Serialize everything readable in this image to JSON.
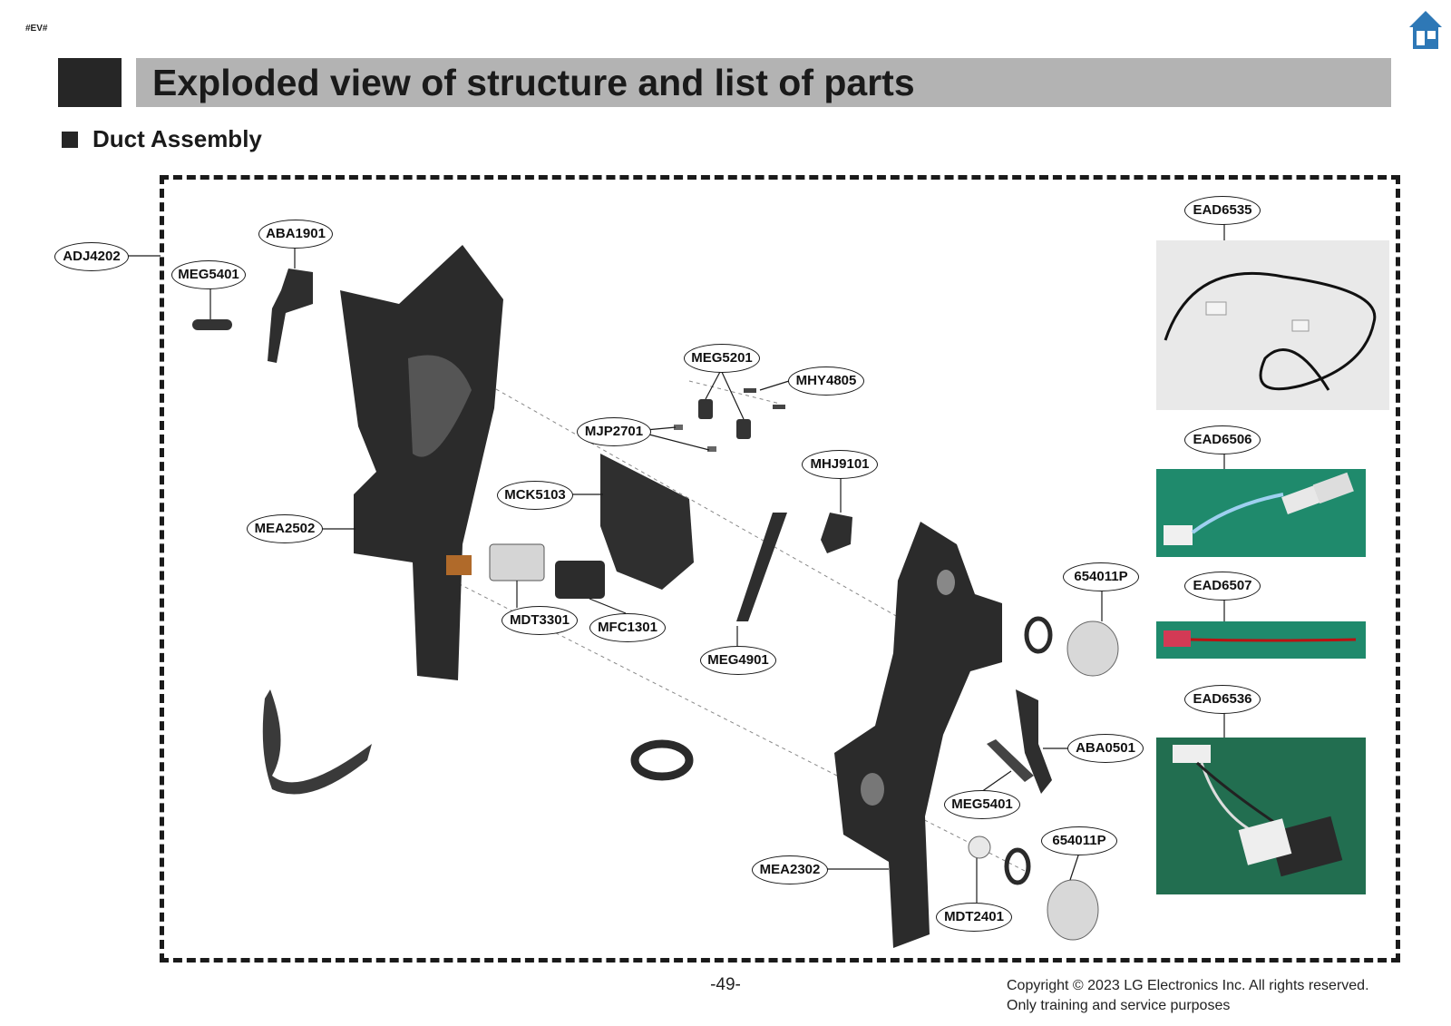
{
  "header": {
    "tag": "#EV#",
    "title": "Exploded view of structure and list of parts",
    "home_icon": "home-icon"
  },
  "section": {
    "title": "Duct Assembly"
  },
  "parts": {
    "ADJ4202": "ADJ4202",
    "ABA1901": "ABA1901",
    "MEG5401_a": "MEG5401",
    "MEG5201": "MEG5201",
    "MHY4805": "MHY4805",
    "MJP2701": "MJP2701",
    "MHJ9101": "MHJ9101",
    "MCK5103": "MCK5103",
    "MEA2502": "MEA2502",
    "MDT3301": "MDT3301",
    "MFC1301": "MFC1301",
    "MEG4901": "MEG4901",
    "P654011P_a": "654011P",
    "ABA0501": "ABA0501",
    "MEG5401_b": "MEG5401",
    "P654011P_b": "654011P",
    "MEA2302": "MEA2302",
    "MDT2401": "MDT2401",
    "EAD6535": "EAD6535",
    "EAD6506": "EAD6506",
    "EAD6507": "EAD6507",
    "EAD6536": "EAD6536"
  },
  "footer": {
    "page": "-49-",
    "copyright": "Copyright © 2023 LG Electronics Inc. All rights reserved.",
    "purpose": "Only training and service purposes"
  },
  "colors": {
    "title_bar": "#b3b3b3",
    "dark_block": "#262626",
    "home_icon": "#2e78b6",
    "photo_green": "#1f8a6c"
  }
}
